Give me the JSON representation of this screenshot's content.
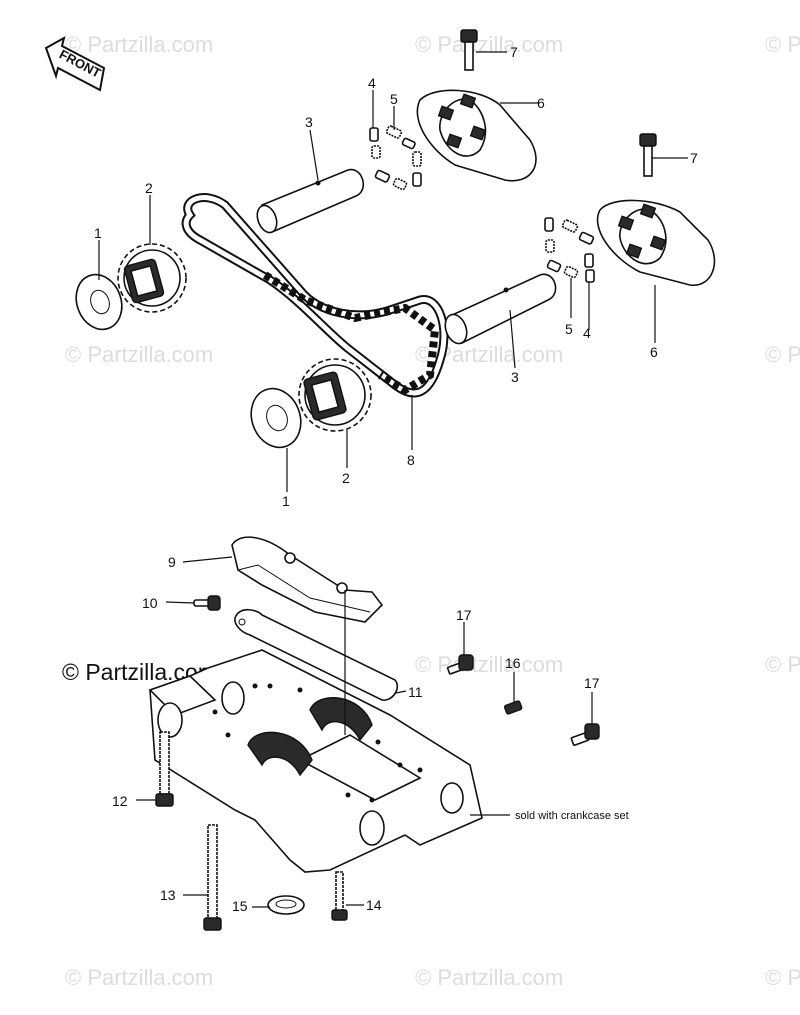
{
  "diagram": {
    "front_label": "FRONT",
    "note": "sold with crankcase set",
    "watermark": "© Partzilla.com",
    "callouts": [
      "1",
      "2",
      "3",
      "4",
      "5",
      "6",
      "7",
      "8",
      "9",
      "10",
      "11",
      "12",
      "13",
      "14",
      "15",
      "16",
      "17"
    ]
  }
}
